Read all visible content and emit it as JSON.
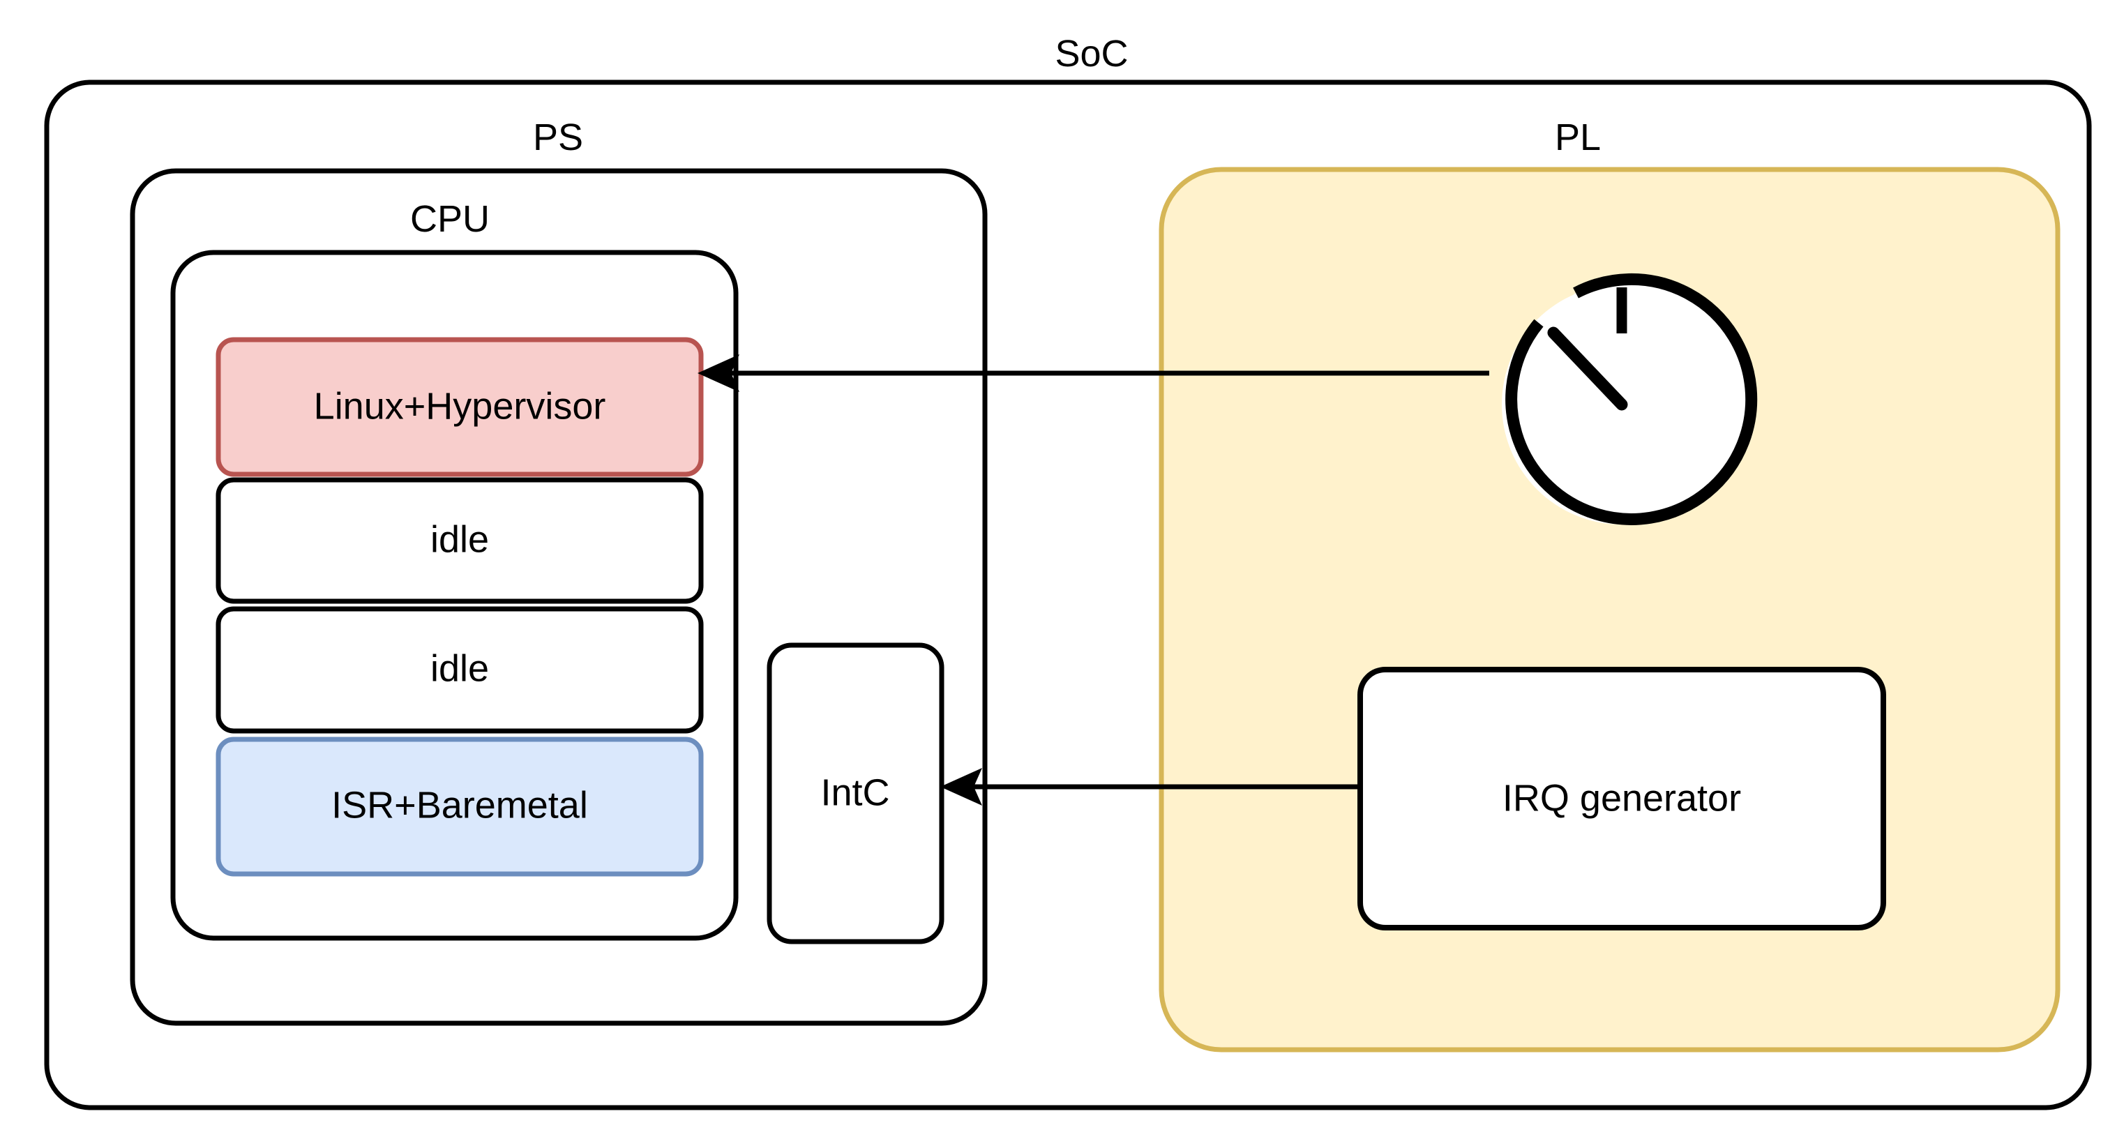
{
  "diagram": {
    "title": "SoC",
    "background_color": "#ffffff",
    "line_color": "#000000"
  },
  "soc": {
    "label": "SoC"
  },
  "ps": {
    "label": "PS",
    "cpu": {
      "label": "CPU",
      "cores": [
        {
          "label": "Linux+Hypervisor",
          "fill": "#F8CECC",
          "stroke": "#B85450"
        },
        {
          "label": "idle",
          "fill": "#FFFFFF",
          "stroke": "#000000"
        },
        {
          "label": "idle",
          "fill": "#FFFFFF",
          "stroke": "#000000"
        },
        {
          "label": "ISR+Baremetal",
          "fill": "#DAE8FC",
          "stroke": "#6C8EBF"
        }
      ]
    },
    "interrupt_controller": {
      "label": "IntC",
      "fill": "#FFFFFF",
      "stroke": "#000000"
    }
  },
  "pl": {
    "label": "PL",
    "fill": "#FFF2CC",
    "stroke": "#D6B656",
    "timer": {
      "icon": "clock-icon",
      "stroke": "#000000"
    },
    "irq_generator": {
      "label": "IRQ generator",
      "fill": "#FFFFFF",
      "stroke": "#000000"
    }
  },
  "connections": [
    {
      "from": "timer",
      "to": "Linux+Hypervisor",
      "style": "arrow-left"
    },
    {
      "from": "IRQ generator",
      "to": "IntC",
      "style": "arrow-left"
    }
  ]
}
